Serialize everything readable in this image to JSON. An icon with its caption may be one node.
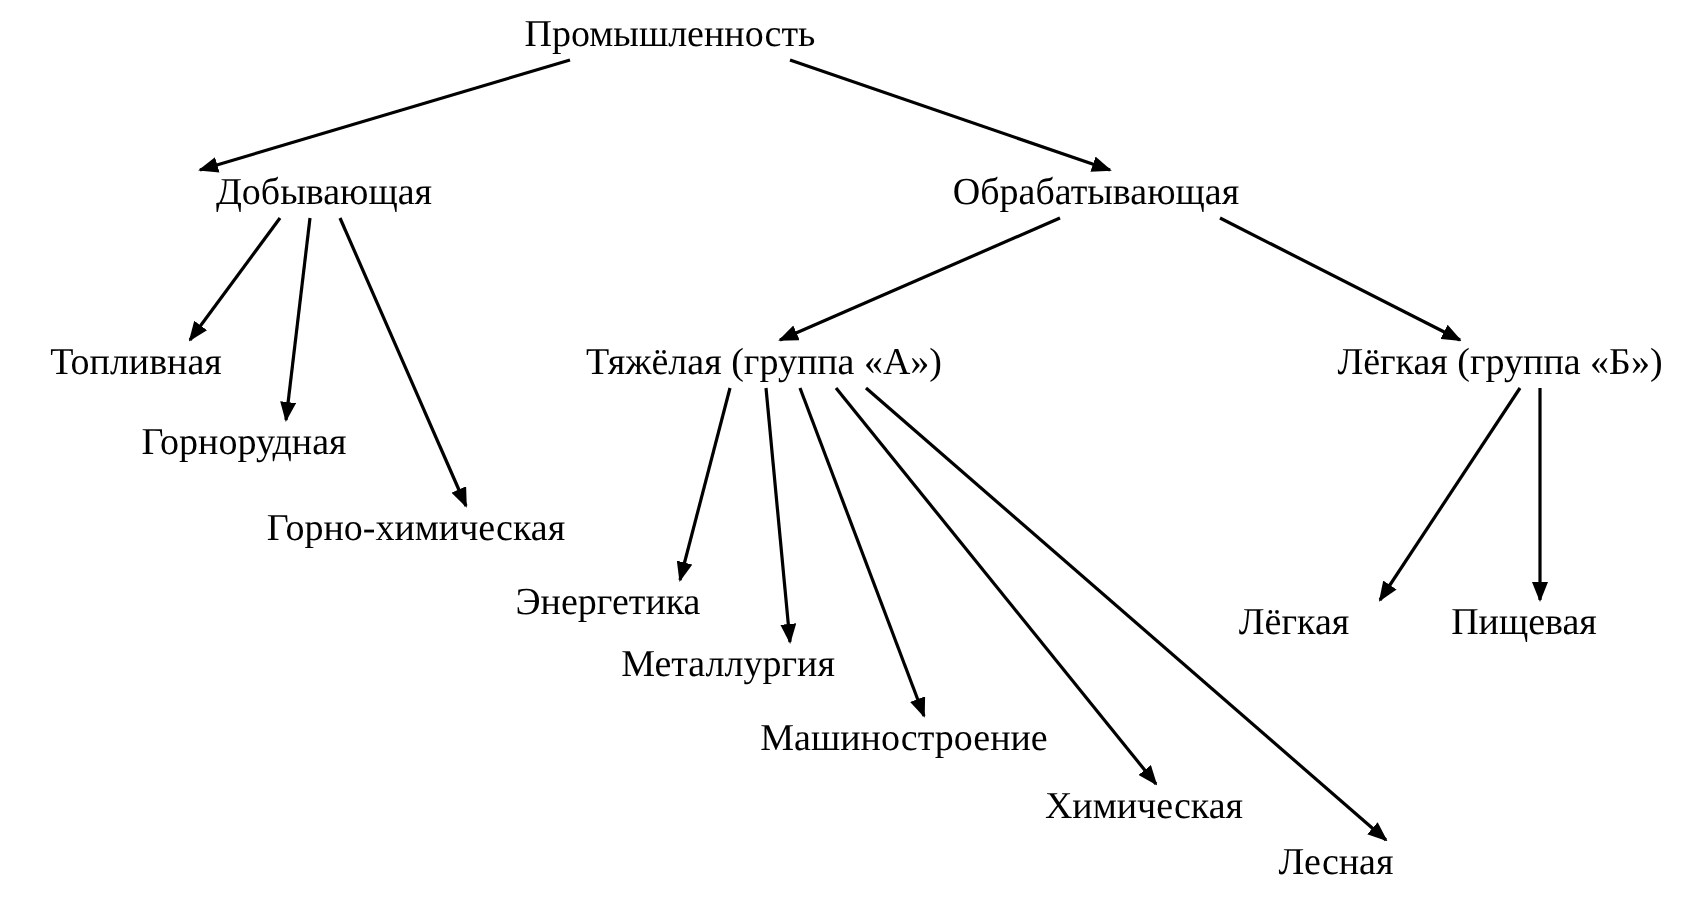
{
  "diagram": {
    "nodes": [
      {
        "text": [
          "Промышленность"
        ]
      },
      {
        "text": [
          "Добывающая"
        ]
      },
      {
        "text": [
          "Обрабатывающая"
        ]
      },
      {
        "text": [
          "Топливная"
        ]
      },
      {
        "text": [
          "Горнорудная"
        ]
      },
      {
        "text": [
          "Горно-химическая"
        ]
      },
      {
        "text": [
          "Тяжёлая (группа «А»)"
        ]
      },
      {
        "text": [
          "Лёгкая (группа «Б»)"
        ]
      },
      {
        "text": [
          "Энергетика"
        ]
      },
      {
        "text": [
          "Металлургия"
        ]
      },
      {
        "text": [
          "Машиностроение"
        ]
      },
      {
        "text": [
          "Химическая"
        ]
      },
      {
        "text": [
          "Лесная"
        ]
      },
      {
        "text": [
          "Лёгкая"
        ]
      },
      {
        "text": [
          "Пищевая"
        ]
      }
    ],
    "edges": [
      {
        "from": 0,
        "to": 1,
        "arrow": "to"
      },
      {
        "from": 0,
        "to": 2,
        "arrow": "to"
      },
      {
        "from": 1,
        "to": 3,
        "arrow": "to"
      },
      {
        "from": 1,
        "to": 4,
        "arrow": "to"
      },
      {
        "from": 1,
        "to": 5,
        "arrow": "to"
      },
      {
        "from": 2,
        "to": 6,
        "arrow": "to"
      },
      {
        "from": 2,
        "to": 7,
        "arrow": "to"
      },
      {
        "from": 6,
        "to": 8,
        "arrow": "to"
      },
      {
        "from": 6,
        "to": 9,
        "arrow": "to"
      },
      {
        "from": 6,
        "to": 10,
        "arrow": "to"
      },
      {
        "from": 6,
        "to": 11,
        "arrow": "to"
      },
      {
        "from": 6,
        "to": 12,
        "arrow": "to"
      },
      {
        "from": 7,
        "to": 13,
        "arrow": "to"
      },
      {
        "from": 7,
        "to": 14,
        "arrow": "to"
      }
    ]
  }
}
